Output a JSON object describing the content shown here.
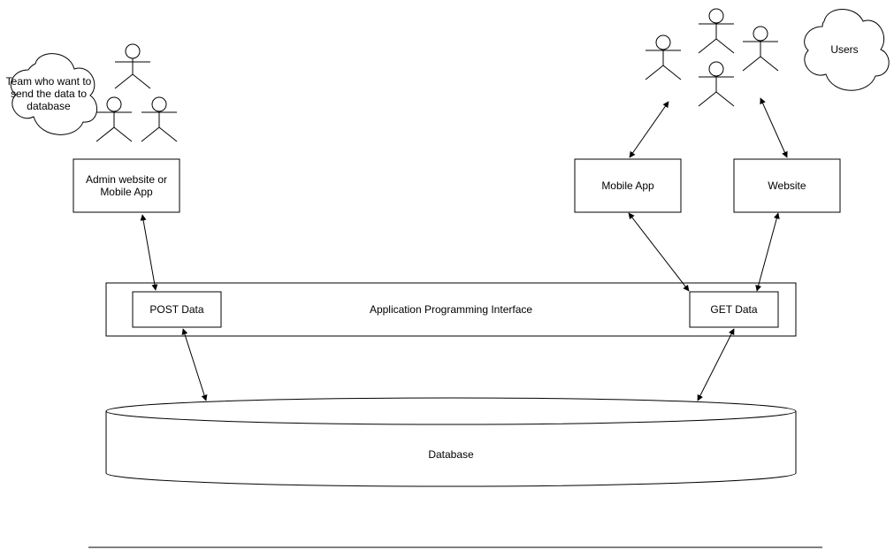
{
  "colors": {
    "stroke": "#000000",
    "fill": "#ffffff",
    "text": "#000000"
  },
  "clouds": {
    "team": {
      "lines": [
        "Team who want to",
        "send the data to",
        "database"
      ]
    },
    "users": {
      "label": "Users"
    }
  },
  "boxes": {
    "admin": {
      "lines": [
        "Admin website or",
        "Mobile App"
      ]
    },
    "mobile_app": {
      "label": "Mobile App"
    },
    "website": {
      "label": "Website"
    },
    "post_data": {
      "label": "POST Data"
    },
    "get_data": {
      "label": "GET Data"
    }
  },
  "api": {
    "label": "Application Programming Interface"
  },
  "database": {
    "label": "Database"
  },
  "icons": {
    "actor": "stick-figure-actor-icon",
    "cloud": "cloud-shape-icon"
  }
}
